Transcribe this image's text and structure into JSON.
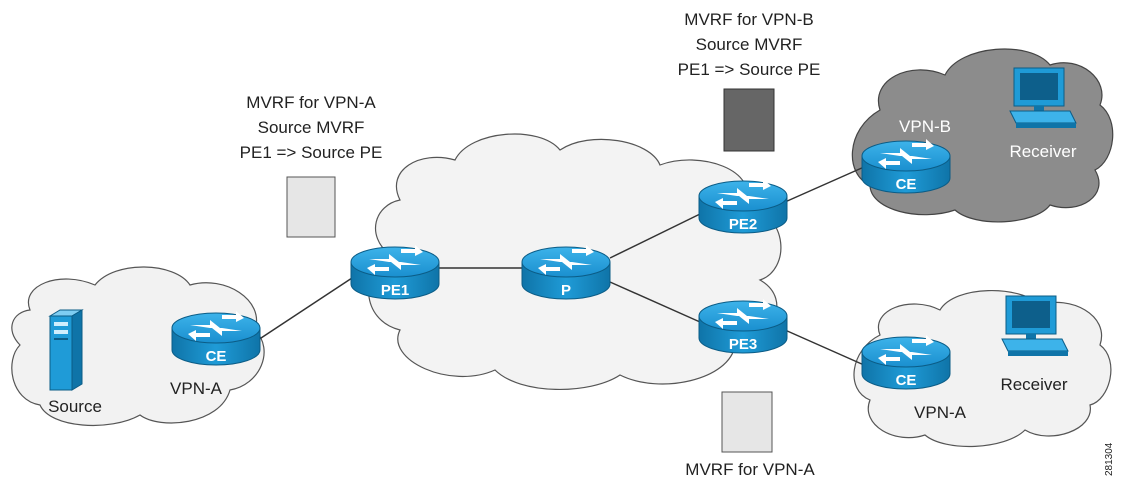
{
  "colors": {
    "cloud_light": "#f2f2f2",
    "cloud_dark": "#8c8c8c",
    "router": "#1f9bd7",
    "router_dark": "#0f6f9e",
    "text": "#222222",
    "rib_light": "#e6e6e6",
    "rib_dark": "#666666"
  },
  "routers": {
    "pe1": "PE1",
    "p": "P",
    "pe2": "PE2",
    "pe3": "PE3",
    "ce_source": "CE",
    "ce_vpnb": "CE",
    "ce_vpna": "CE"
  },
  "sites": {
    "source_vpn": "VPN-A",
    "source_host": "Source",
    "vpnb_name": "VPN-B",
    "vpnb_host": "Receiver",
    "vpna_name": "VPN-A",
    "vpna_host": "Receiver"
  },
  "annotations": {
    "pe1_mvrf": [
      "MVRF for VPN-A",
      "Source MVRF",
      "PE1 => Source PE"
    ],
    "pe2_mvrf": [
      "MVRF for VPN-B",
      "Source MVRF",
      "PE1 => Source PE"
    ],
    "pe3_mvrf": "MVRF for VPN-A"
  },
  "figure_id": "281304"
}
